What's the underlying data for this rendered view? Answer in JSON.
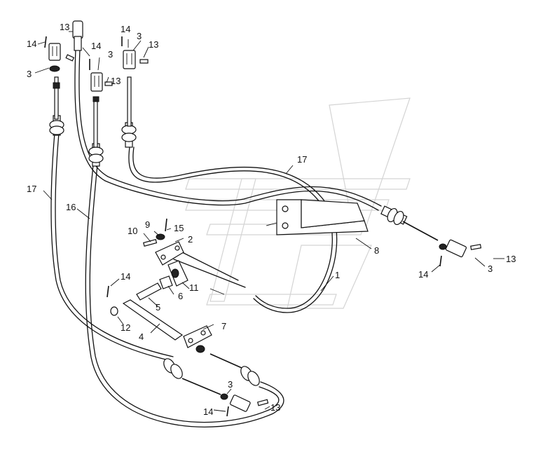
{
  "diagram": {
    "callouts": {
      "c1": "1",
      "c2": "2",
      "c3a": "3",
      "c3b": "3",
      "c3c": "3",
      "c3d": "3",
      "c3e": "3",
      "c4": "4",
      "c5": "5",
      "c6": "6",
      "c7": "7",
      "c8": "8",
      "c9": "9",
      "c10": "10",
      "c11": "11",
      "c12": "12",
      "c13a": "13",
      "c13b": "13",
      "c13c": "13",
      "c13d": "13",
      "c13e": "13",
      "c14a": "14",
      "c14b": "14",
      "c14c": "14",
      "c14d": "14",
      "c14e": "14",
      "c14f": "14",
      "c15": "15",
      "c16": "16",
      "c17a": "17",
      "c17b": "17"
    }
  }
}
